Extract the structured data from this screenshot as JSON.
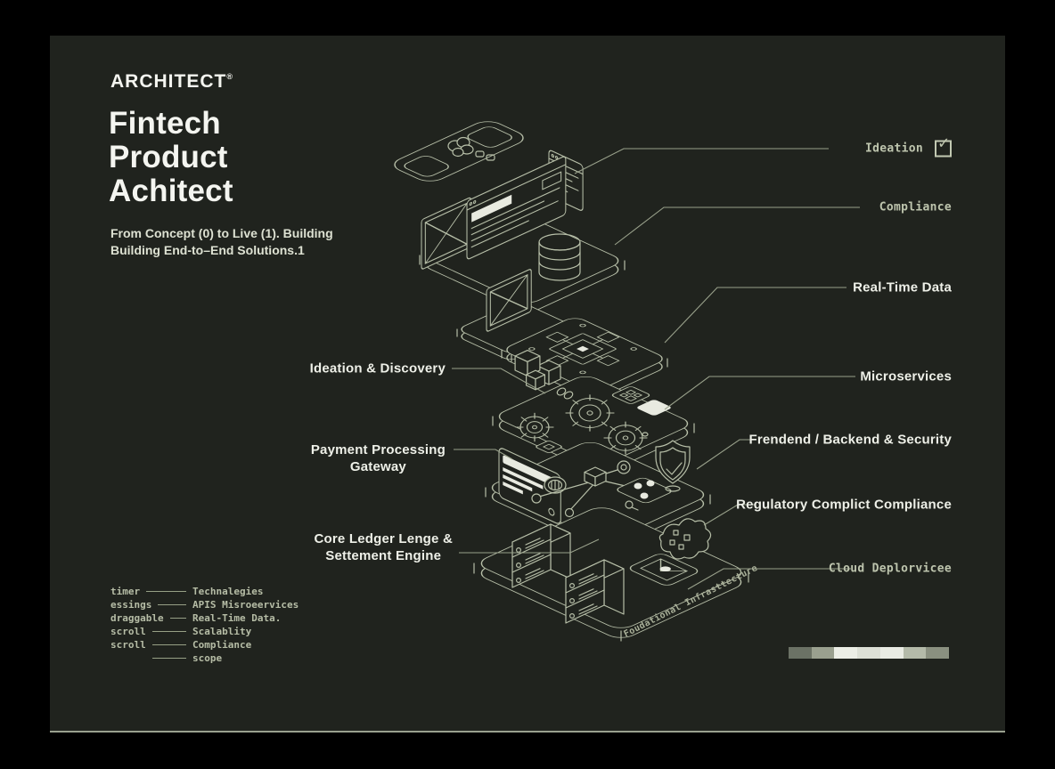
{
  "brand": {
    "logo": "ARCHITECT",
    "trademark": "®"
  },
  "hero": {
    "title_lines": [
      "Fintech",
      "Product",
      "Achitect"
    ],
    "subtitle_lines": [
      "From Concept (0) to Live (1). Building",
      "Building End-to–End Solutions.1"
    ]
  },
  "callouts_right": [
    {
      "label": "Ideation",
      "style": "tag",
      "checkbox": true
    },
    {
      "label": "Compliance",
      "style": "tag"
    },
    {
      "label": "Real-Time Data",
      "style": "strong"
    },
    {
      "label": "Microservices",
      "style": "strong"
    },
    {
      "label": "Frendend / Backend & Security",
      "style": "strong"
    },
    {
      "label": "Regulatory Complict Compliance",
      "style": "strong"
    },
    {
      "label": "Cloud Deplorvicee",
      "style": "tag"
    }
  ],
  "callouts_left": [
    {
      "lines": [
        "Ideation & Discovery"
      ]
    },
    {
      "lines": [
        "Payment Processing",
        "Gateway"
      ]
    },
    {
      "lines": [
        "Core Ledger Lenge &",
        "Settement Engine"
      ]
    }
  ],
  "diagram": {
    "base_label": "Foudational Infrasttecture"
  },
  "legend": {
    "rows": [
      {
        "term": "timer",
        "definition": "Technalegies"
      },
      {
        "term": "essings",
        "definition": "APIS Misroeervices"
      },
      {
        "term": "draggable",
        "definition": "Real-Time Data."
      },
      {
        "term": "scroll",
        "definition": "Scalablity"
      },
      {
        "term": "scroll",
        "definition": "Compliance"
      },
      {
        "term": "",
        "definition": "scope"
      }
    ]
  },
  "icons": {
    "checkbox_check": "✓"
  },
  "colors": {
    "background": "#000000",
    "poster": "#20231e",
    "text_primary": "#f4f5f0",
    "text_sage": "#bec5ae",
    "line_art": "#b7bfa8",
    "leader_line": "#99a18b"
  },
  "gradient_bar": [
    "#6b7265",
    "#9aa08f",
    "#eceee6",
    "#dde0d6",
    "#e9ebe3",
    "#b4baa9",
    "#8a9080"
  ]
}
